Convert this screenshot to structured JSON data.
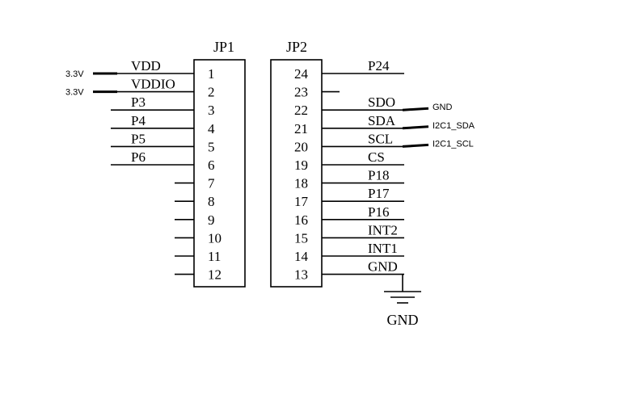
{
  "jp1": {
    "title": "JP1",
    "pins": [
      {
        "num": "1",
        "label": "VDD",
        "ext": "3.3V"
      },
      {
        "num": "2",
        "label": "VDDIO",
        "ext": "3.3V"
      },
      {
        "num": "3",
        "label": "P3",
        "ext": ""
      },
      {
        "num": "4",
        "label": "P4",
        "ext": ""
      },
      {
        "num": "5",
        "label": "P5",
        "ext": ""
      },
      {
        "num": "6",
        "label": "P6",
        "ext": ""
      },
      {
        "num": "7",
        "label": "",
        "ext": ""
      },
      {
        "num": "8",
        "label": "",
        "ext": ""
      },
      {
        "num": "9",
        "label": "",
        "ext": ""
      },
      {
        "num": "10",
        "label": "",
        "ext": ""
      },
      {
        "num": "11",
        "label": "",
        "ext": ""
      },
      {
        "num": "12",
        "label": "",
        "ext": ""
      }
    ]
  },
  "jp2": {
    "title": "JP2",
    "pins": [
      {
        "num": "24",
        "label": "P24",
        "ext": ""
      },
      {
        "num": "23",
        "label": "",
        "ext": ""
      },
      {
        "num": "22",
        "label": "SDO",
        "ext": "GND"
      },
      {
        "num": "21",
        "label": "SDA",
        "ext": "I2C1_SDA"
      },
      {
        "num": "20",
        "label": "SCL",
        "ext": "I2C1_SCL"
      },
      {
        "num": "19",
        "label": "CS",
        "ext": ""
      },
      {
        "num": "18",
        "label": "P18",
        "ext": ""
      },
      {
        "num": "17",
        "label": "P17",
        "ext": ""
      },
      {
        "num": "16",
        "label": "P16",
        "ext": ""
      },
      {
        "num": "15",
        "label": "INT2",
        "ext": ""
      },
      {
        "num": "14",
        "label": "INT1",
        "ext": ""
      },
      {
        "num": "13",
        "label": "GND",
        "ext": ""
      }
    ]
  },
  "ground_symbol": {
    "label": "GND"
  }
}
